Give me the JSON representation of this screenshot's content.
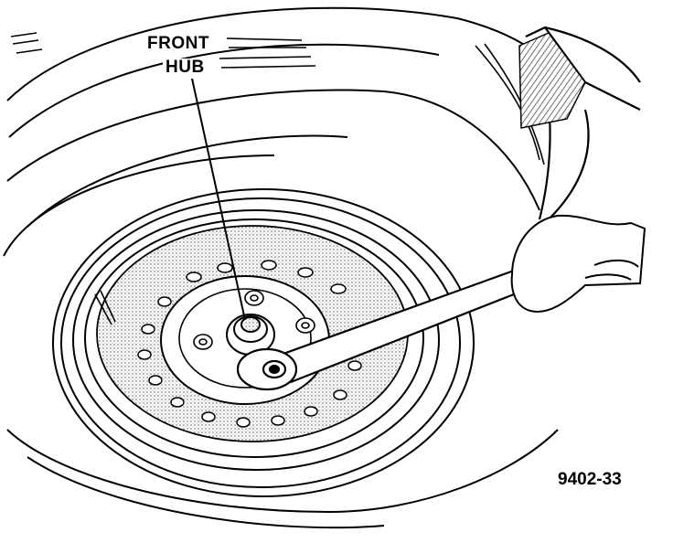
{
  "callout": {
    "line1": "FRONT",
    "line2": "HUB"
  },
  "figure_id": "9402-33",
  "colors": {
    "ink": "#000000",
    "paper": "#ffffff",
    "stipple": "#8a8a8a"
  }
}
